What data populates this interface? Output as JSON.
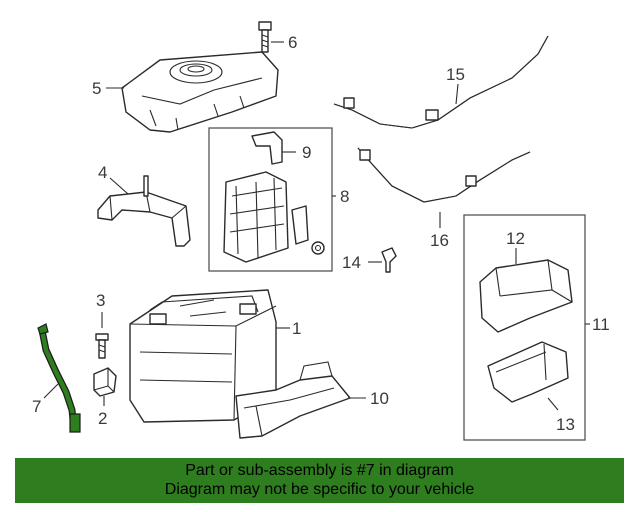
{
  "diagram": {
    "callouts": [
      {
        "id": "c1",
        "text": "1"
      },
      {
        "id": "c2",
        "text": "2"
      },
      {
        "id": "c3",
        "text": "3"
      },
      {
        "id": "c4",
        "text": "4"
      },
      {
        "id": "c5",
        "text": "5"
      },
      {
        "id": "c6",
        "text": "6"
      },
      {
        "id": "c7",
        "text": "7"
      },
      {
        "id": "c8",
        "text": "8"
      },
      {
        "id": "c9",
        "text": "9"
      },
      {
        "id": "c10",
        "text": "10"
      },
      {
        "id": "c11",
        "text": "11"
      },
      {
        "id": "c12",
        "text": "12"
      },
      {
        "id": "c13",
        "text": "13"
      },
      {
        "id": "c14",
        "text": "14"
      },
      {
        "id": "c15",
        "text": "15"
      },
      {
        "id": "c16",
        "text": "16"
      }
    ],
    "highlighted_part": "7",
    "highlight_color": "#2e7d1e"
  },
  "banner": {
    "line1": "Part or sub-assembly is #7 in diagram",
    "line2": "Diagram may not be specific to your vehicle",
    "background": "#2e7d1e"
  }
}
